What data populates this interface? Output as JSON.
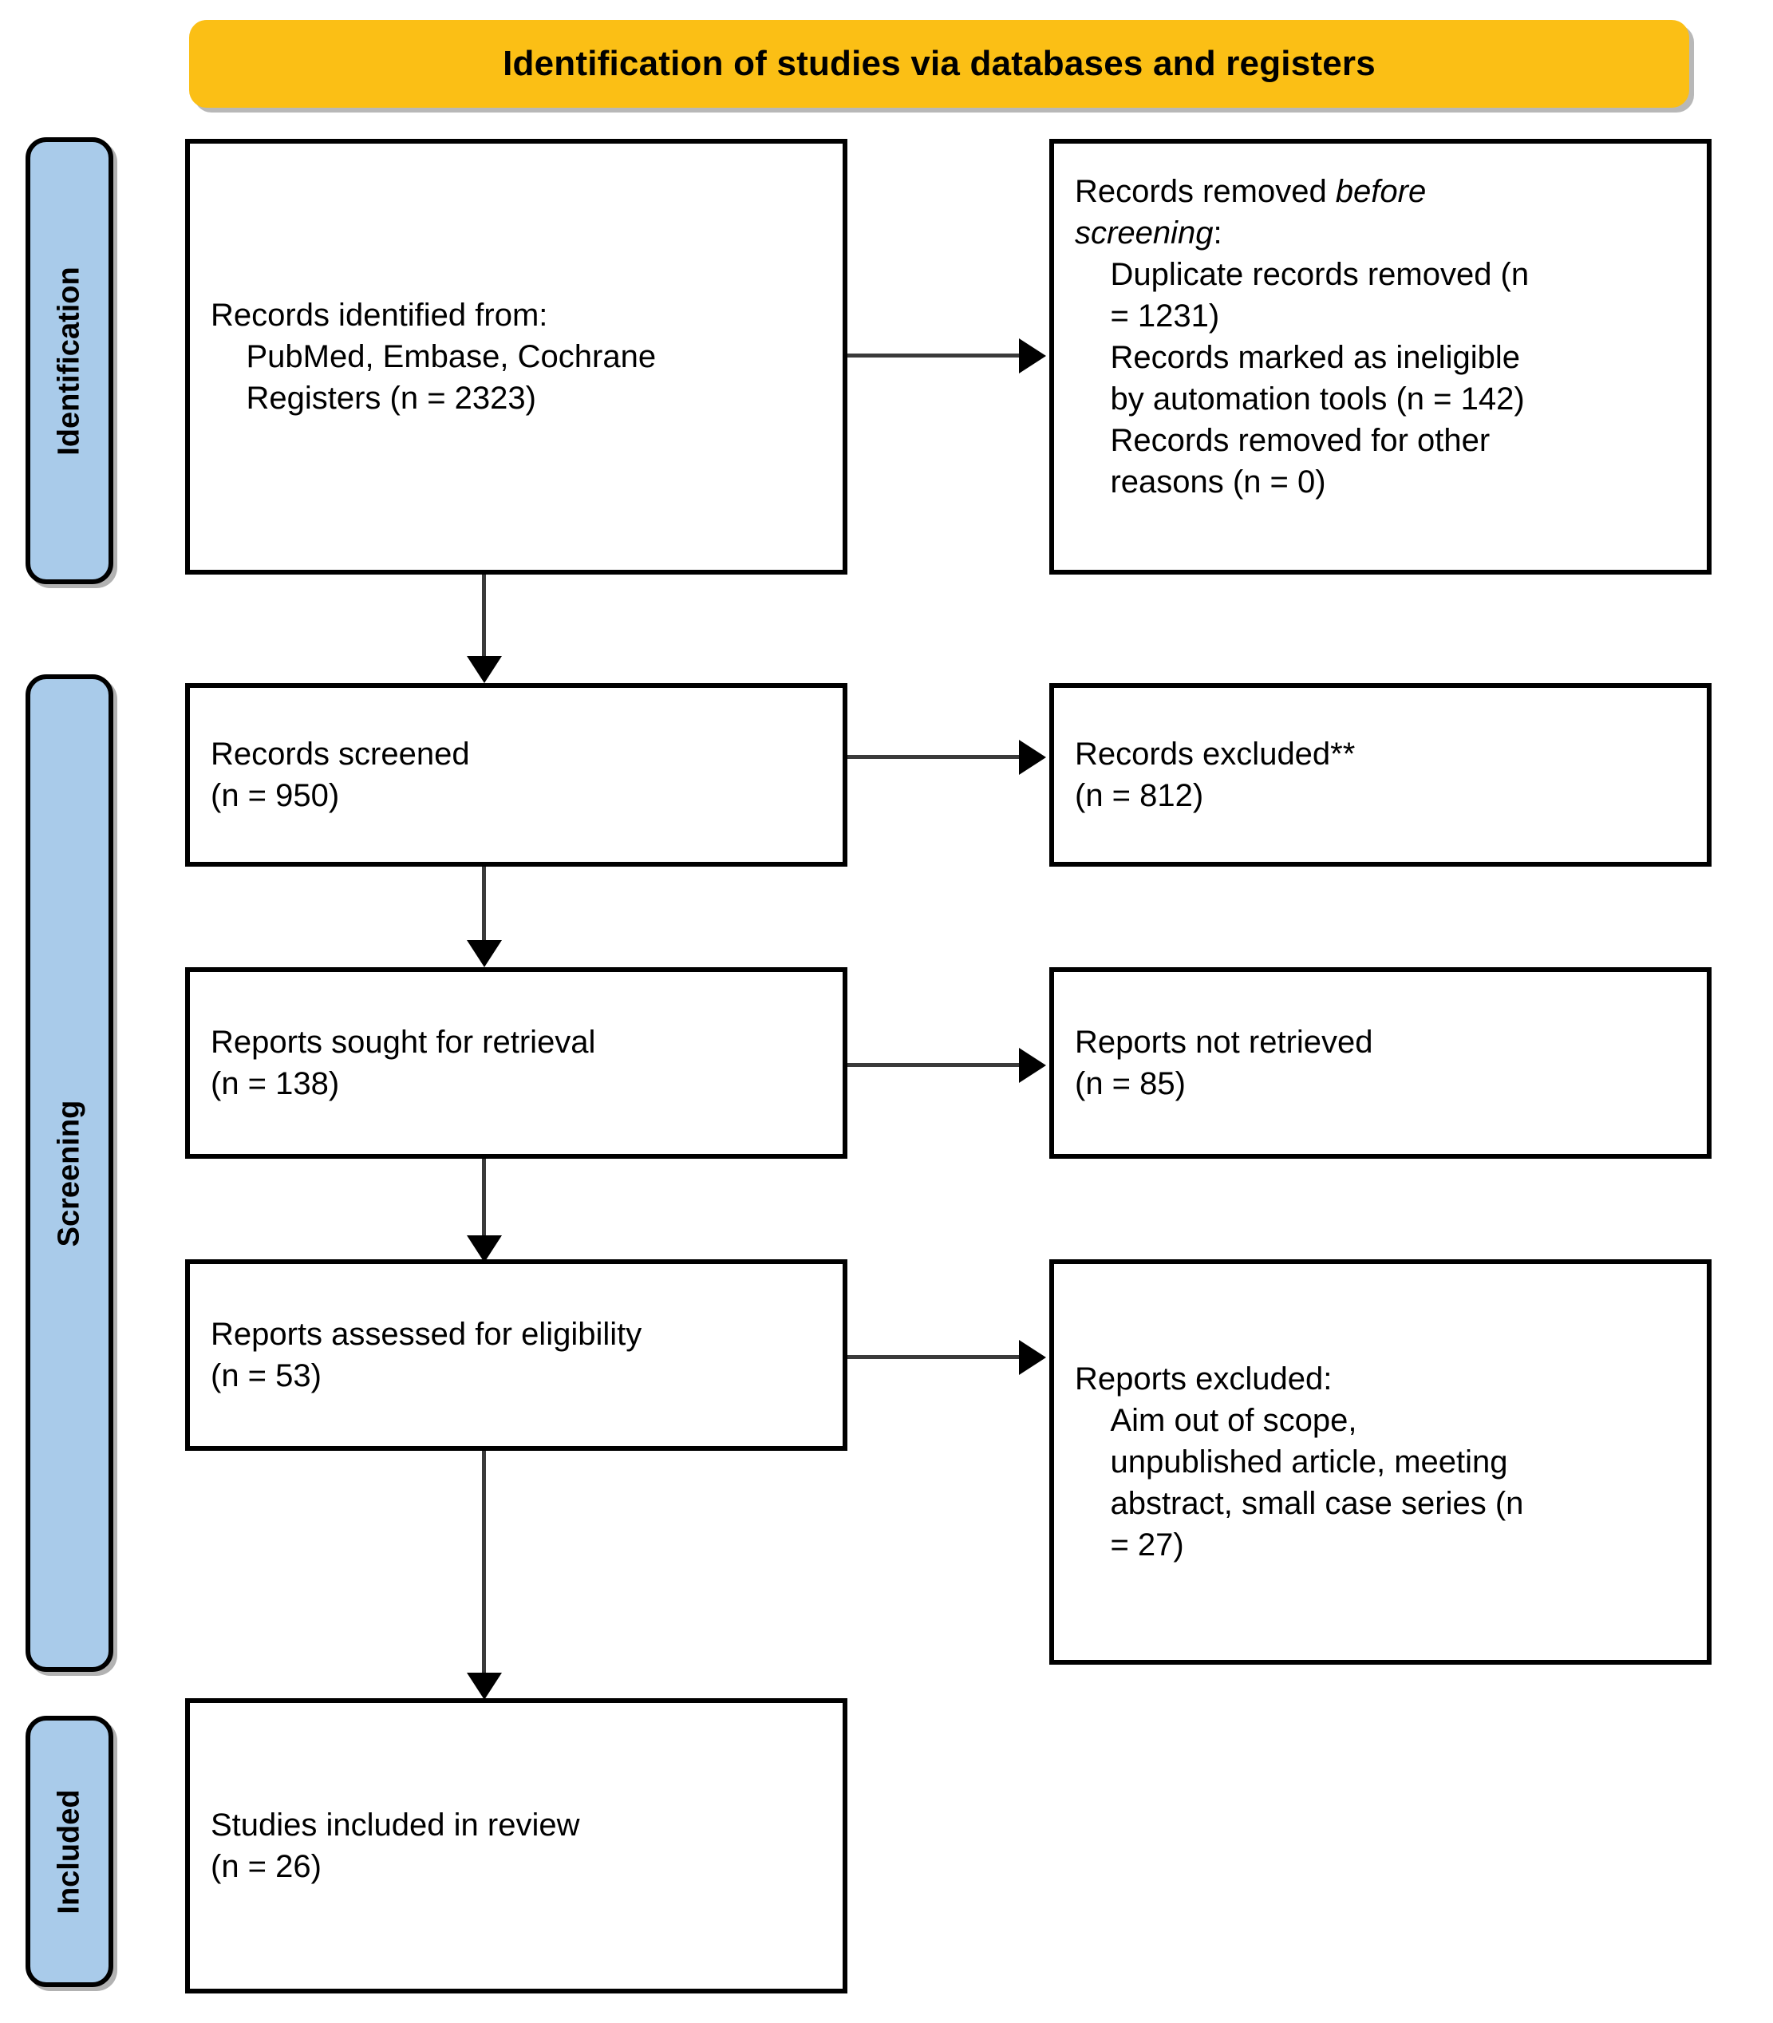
{
  "banner": {
    "title": "Identification of studies via databases and registers",
    "color": "#FBBF15"
  },
  "stage_labels": [
    {
      "id": "identification",
      "label": "Identification"
    },
    {
      "id": "screening",
      "label": "Screening"
    },
    {
      "id": "included",
      "label": "Included"
    }
  ],
  "stage_label_color": "#A9CBEA",
  "boxes": {
    "records_identified": {
      "line1": "Records identified from:",
      "line2": "    PubMed, Embase, Cochrane",
      "line3": "    Registers (n = 2323)"
    },
    "records_removed": {
      "heading_plain": "Records removed ",
      "heading_italic_1": "before",
      "heading_italic_2": "screening",
      "heading_colon": ":",
      "item1": "    Duplicate records removed (n",
      "item2": "    = 1231)",
      "item3": "    Records marked as ineligible",
      "item4": "    by automation tools (n = 142)",
      "item5": "    Records removed for other",
      "item6": "    reasons (n = 0)"
    },
    "records_screened": {
      "line1": "Records screened",
      "line2": "(n = 950)"
    },
    "records_excluded": {
      "line1": "Records excluded**",
      "line2": "(n = 812)"
    },
    "reports_sought": {
      "line1": "Reports sought for retrieval",
      "line2": "(n = 138)"
    },
    "reports_not_retrieved": {
      "line1": "Reports not retrieved",
      "line2": "(n = 85)"
    },
    "reports_assessed": {
      "line1": "Reports assessed for eligibility",
      "line2": "(n = 53)"
    },
    "reports_excluded": {
      "line1": "Reports excluded:",
      "line2": "    Aim out of scope,",
      "line3": "    unpublished article, meeting",
      "line4": "    abstract, small case series (n",
      "line5": "    = 27)"
    },
    "studies_included": {
      "line1": "Studies included in review",
      "line2": "(n = 26)"
    }
  }
}
